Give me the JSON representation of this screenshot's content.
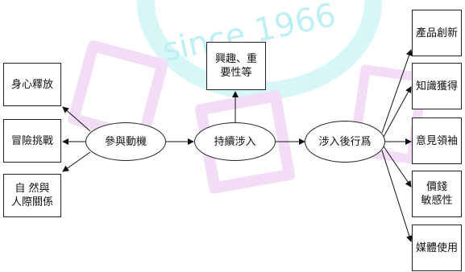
{
  "watermark": {
    "text": "since 1966",
    "color": "#7fe3ec",
    "glyph_color": "#e9b8ef"
  },
  "diagram": {
    "nodes": {
      "motivation": "參與動機",
      "involvement": "持續涉入",
      "after_involvement": "涉入後行爲",
      "interest": "興趣、重\n要性等",
      "relax": "身心釋放",
      "adventure": "冒險挑戰",
      "nature_people": "自 然與\n人際關係",
      "product_innovation": "產品創新",
      "knowledge": "知識獲得",
      "opinion_leader": "意見領袖",
      "price_sensitivity": "價錢\n敏感性",
      "media_use": "媒體使用"
    }
  }
}
